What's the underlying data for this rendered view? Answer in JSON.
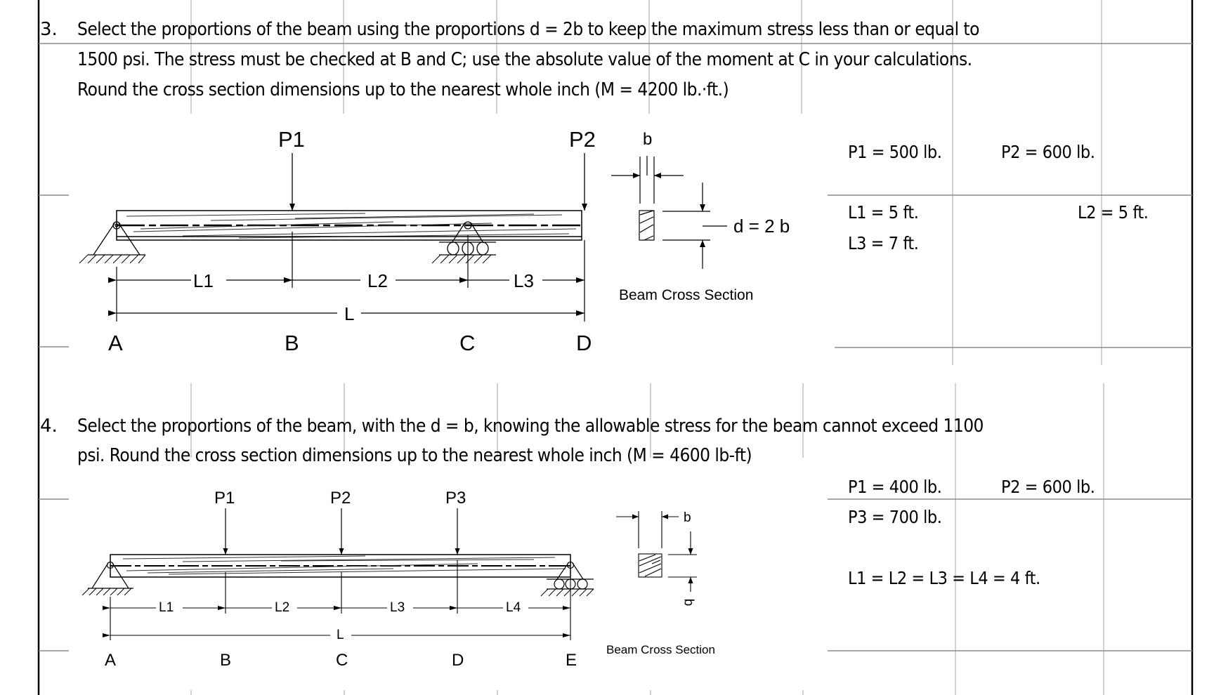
{
  "problem3": {
    "number": "3.",
    "lines": [
      "Select the proportions of the beam using the proportions d = 2b to keep the maximum stress less than or equal to",
      "1500 psi. The stress must be checked at B and C; use the absolute value of the moment at C in your calculations.",
      "Round the cross section dimensions up to the nearest whole inch (M = 4200 lb.·ft.)"
    ],
    "diagram": {
      "loads": [
        "P1",
        "P2"
      ],
      "points": [
        "A",
        "B",
        "C",
        "D"
      ],
      "spans": [
        "L1",
        "L2",
        "L3"
      ],
      "total_span": "L"
    },
    "cross_section": {
      "width_label": "b",
      "depth_label": "d = 2 b",
      "title": "Beam Cross Section"
    },
    "given": {
      "p1": "P1 = 500 lb.",
      "p2": "P2 = 600 lb.",
      "l1": "L1 = 5 ft.",
      "l2": "L2 = 5 ft.",
      "l3": "L3 = 7 ft."
    }
  },
  "problem4": {
    "number": "4.",
    "lines": [
      "Select the proportions of the beam, with the d = b, knowing the allowable stress for the beam cannot exceed 1100",
      "psi. Round the cross section dimensions up to the nearest whole inch (M = 4600 lb-ft)"
    ],
    "diagram": {
      "loads": [
        "P1",
        "P2",
        "P3"
      ],
      "points": [
        "A",
        "B",
        "C",
        "D",
        "E"
      ],
      "spans": [
        "L1",
        "L2",
        "L3",
        "L4"
      ],
      "total_span": "L"
    },
    "cross_section": {
      "width_label": "b",
      "depth_label": "b",
      "title": "Beam Cross Section"
    },
    "given": {
      "p1": "P1 = 400 lb.",
      "p2": "P2 = 600 lb.",
      "p3": "P3 = 700 lb.",
      "lengths": "L1 = L2 = L3 = L4 = 4 ft."
    }
  },
  "colors": {
    "ink": "#000000",
    "gridline": "#c0c0c0",
    "rowline": "#8c8c8c",
    "border": "#000000"
  }
}
